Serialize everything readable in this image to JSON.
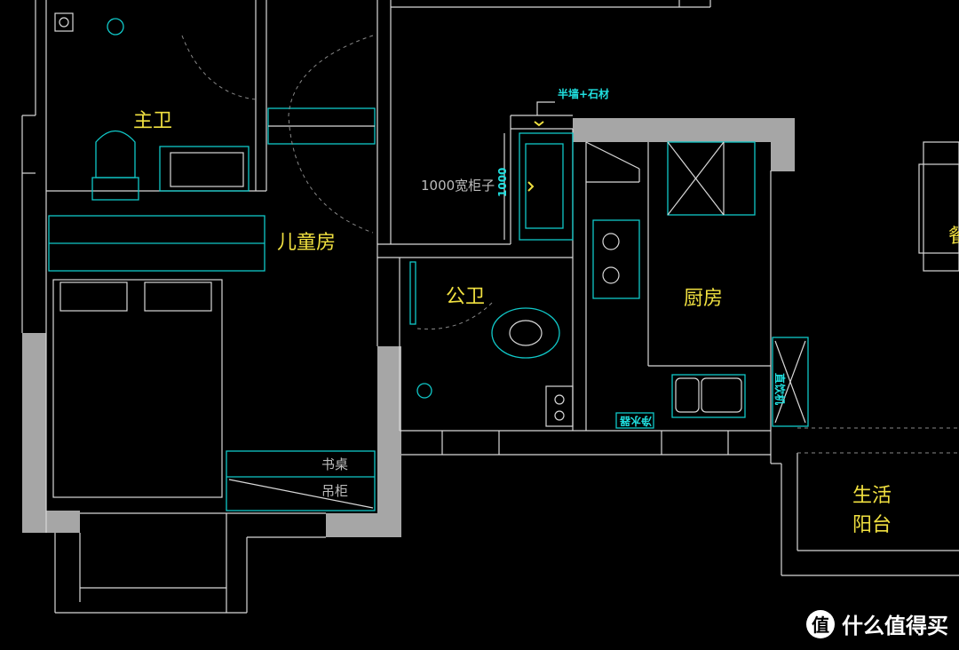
{
  "rooms": {
    "master_bath": "主卫",
    "kids_room": "儿童房",
    "public_bath": "公卫",
    "kitchen": "厨房",
    "balcony_line1": "生活",
    "balcony_line2": "阳台",
    "dining_partial": "餐"
  },
  "furniture": {
    "desk": "书桌",
    "hanging_cabinet": "吊柜",
    "water_purifier": "净水器",
    "water_dispenser": "直饮机"
  },
  "annotations": {
    "half_wall": "半墙+石材",
    "cabinet_width": "1000宽柜子",
    "dimension": "1000"
  },
  "watermark": {
    "logo_char": "值",
    "text": "什么值得买"
  },
  "colors": {
    "wall_line": "#d8d8d8",
    "fixture_line": "#10c8c8",
    "solid_wall": "#a6a6a6",
    "room_label": "#f0e040"
  }
}
